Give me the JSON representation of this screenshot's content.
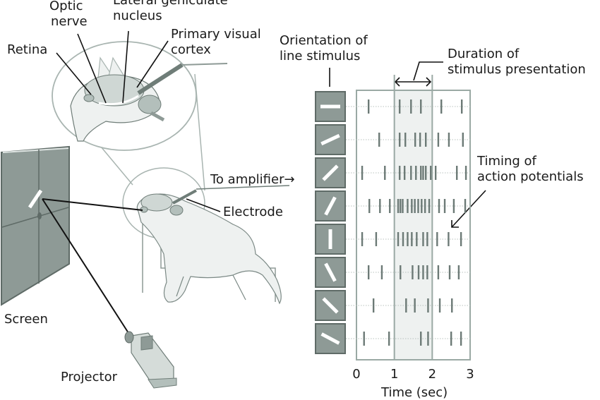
{
  "labels": {
    "optic_nerve": [
      "Optic",
      "nerve"
    ],
    "lgn": [
      "Lateral geniculate",
      "nucleus"
    ],
    "retina": "Retina",
    "primary_visual_cortex": [
      "Primary visual",
      "cortex"
    ],
    "to_amplifier": "To amplifier→",
    "electrode": "Electrode",
    "screen": "Screen",
    "projector": "Projector",
    "orientation": [
      "Orientation of",
      "line stimulus"
    ],
    "duration": [
      "Duration of",
      "stimulus presentation"
    ],
    "timing": [
      "Timing of",
      "action potentials"
    ]
  },
  "colors": {
    "panel_gray": "#8e9a96",
    "panel_dark": "#5f6b67",
    "cat_fill": "#eef1f0",
    "outline": "#6f7d78",
    "stim_shade": "#eef1f0",
    "frame": "#9aa9a4",
    "spike": "#6c7a76"
  },
  "chart_data": {
    "type": "raster",
    "title": "",
    "xlabel": "Time (sec)",
    "xlim": [
      0,
      3
    ],
    "xticks": [
      "0",
      "1",
      "2",
      "3"
    ],
    "stimulus_interval": [
      1,
      2
    ],
    "rows": [
      {
        "orientation_deg": 0,
        "spikes": [
          0.32,
          1.14,
          1.44,
          1.7,
          2.24,
          2.78
        ]
      },
      {
        "orientation_deg": -25,
        "spikes": [
          0.6,
          1.14,
          1.29,
          1.55,
          1.68,
          1.83,
          2.16,
          2.44,
          2.81
        ]
      },
      {
        "orientation_deg": -45,
        "spikes": [
          0.15,
          0.75,
          1.14,
          1.27,
          1.44,
          1.57,
          1.7,
          1.76,
          1.83,
          1.96,
          2.09,
          2.65,
          2.89
        ]
      },
      {
        "orientation_deg": -62,
        "spikes": [
          0.34,
          0.62,
          0.88,
          1.1,
          1.16,
          1.22,
          1.35,
          1.46,
          1.54,
          1.63,
          1.72,
          1.81,
          1.92,
          2.18,
          2.33,
          2.57,
          2.87
        ]
      },
      {
        "orientation_deg": 90,
        "spikes": [
          0.15,
          0.52,
          1.1,
          1.23,
          1.35,
          1.46,
          1.59,
          1.76,
          1.87,
          2.13,
          2.43,
          2.76
        ]
      },
      {
        "orientation_deg": 62,
        "spikes": [
          0.32,
          0.67,
          1.16,
          1.48,
          1.64,
          1.76,
          1.87,
          2.16,
          2.46,
          2.7
        ]
      },
      {
        "orientation_deg": 45,
        "spikes": [
          0.45,
          1.31,
          1.54,
          1.89,
          2.2,
          2.52
        ]
      },
      {
        "orientation_deg": 28,
        "spikes": [
          0.2,
          0.86,
          1.7,
          1.89,
          2.5,
          2.76
        ]
      }
    ]
  }
}
